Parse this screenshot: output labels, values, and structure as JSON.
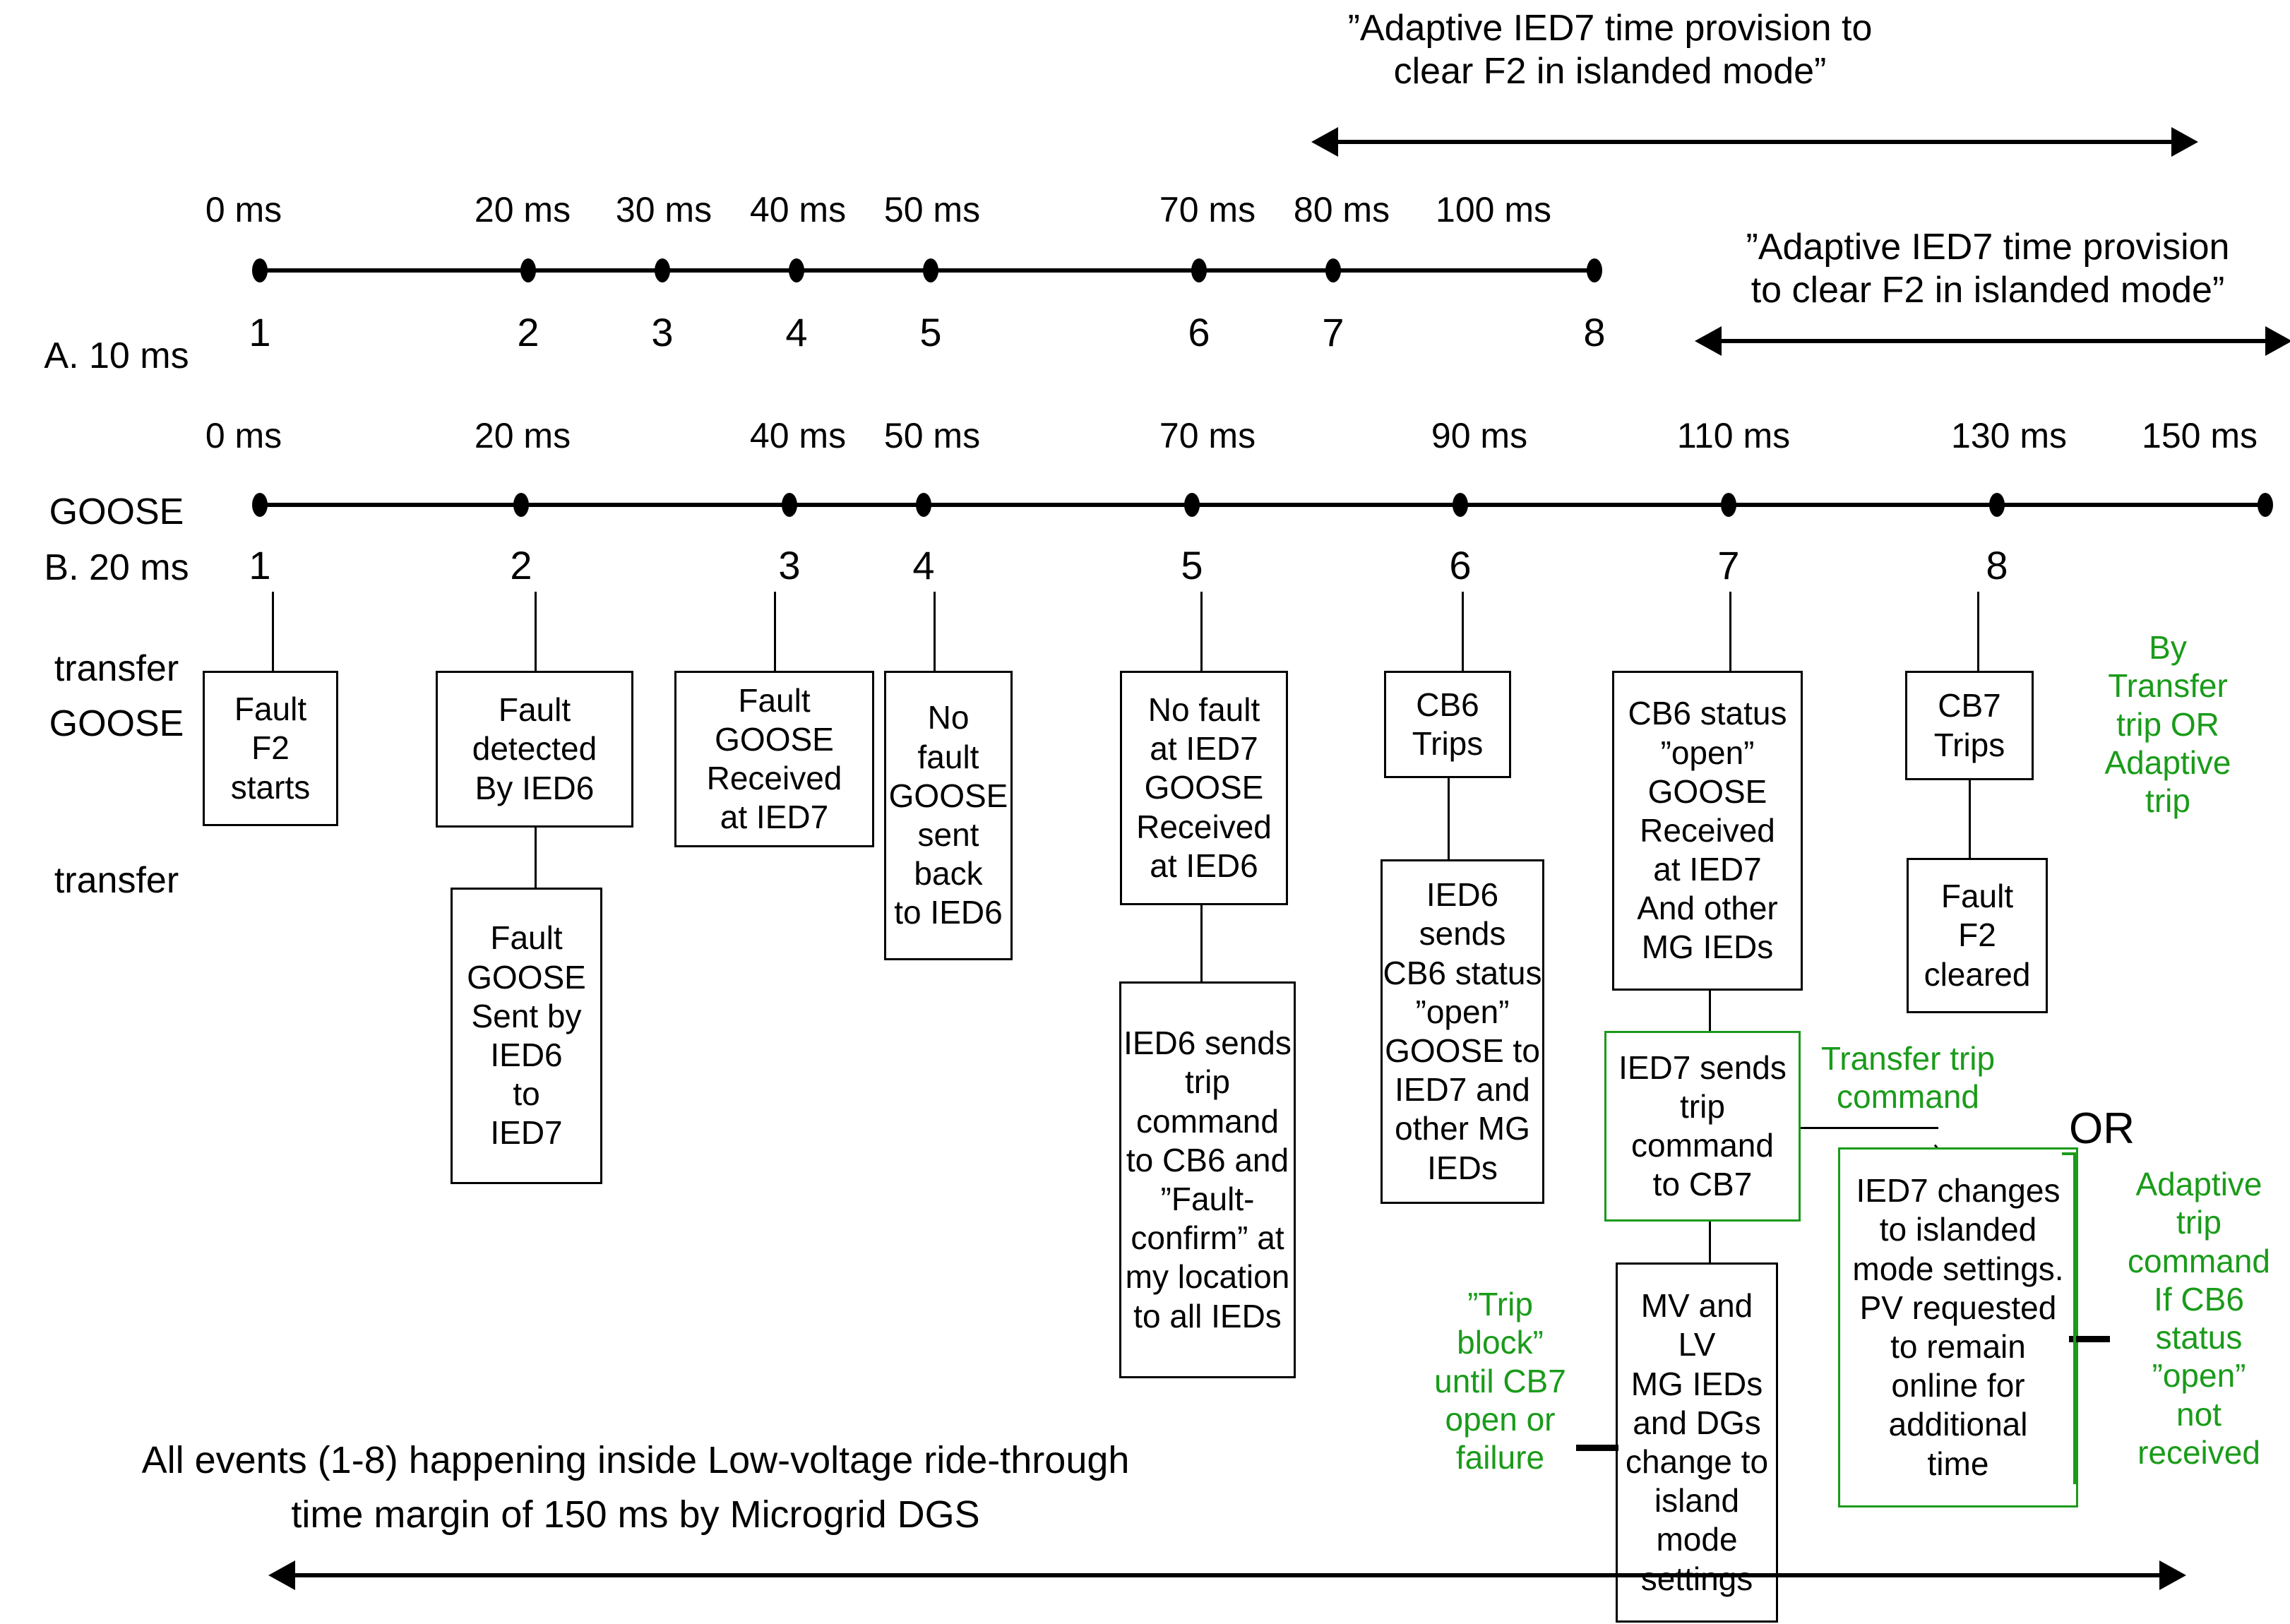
{
  "annotations": {
    "top_callout": "”Adaptive IED7 time provision to\nclear F2 in islanded mode”",
    "right_callout": "”Adaptive IED7 time provision\nto clear F2 in islanded mode”",
    "bottom_caption": "All events (1-8) happening inside Low-voltage ride-through\ntime margin of 150 ms by Microgrid DGS",
    "or_label": "OR"
  },
  "timelines": [
    {
      "id": "A",
      "label": "A. 10 ms\nGOOSE\ntransfer",
      "label_lines": [
        "A. 10 ms",
        "GOOSE",
        "transfer"
      ],
      "time_labels": [
        "0 ms",
        "20 ms",
        "30 ms",
        "40 ms",
        "50 ms",
        "70 ms",
        "80 ms",
        "100 ms"
      ],
      "event_numbers": [
        "1",
        "2",
        "3",
        "4",
        "5",
        "6",
        "7",
        "8"
      ],
      "times_ms": [
        0,
        20,
        30,
        40,
        50,
        70,
        80,
        100
      ]
    },
    {
      "id": "B",
      "label": "B. 20 ms\nGOOSE\ntransfer",
      "label_lines": [
        "B. 20 ms",
        "GOOSE",
        "transfer"
      ],
      "time_labels": [
        "0 ms",
        "20 ms",
        "40 ms",
        "50 ms",
        "70 ms",
        "90 ms",
        "110 ms",
        "130 ms",
        "150 ms"
      ],
      "event_numbers": [
        "1",
        "2",
        "3",
        "4",
        "5",
        "6",
        "7",
        "8"
      ],
      "times_ms": [
        0,
        20,
        40,
        50,
        70,
        90,
        110,
        130,
        150
      ]
    }
  ],
  "events": [
    {
      "n": "1",
      "boxes": [
        {
          "text": "Fault\nF2\nstarts",
          "color": "black"
        }
      ]
    },
    {
      "n": "2",
      "boxes": [
        {
          "text": "Fault\ndetected\nBy IED6",
          "color": "black"
        },
        {
          "text": "Fault\nGOOSE\nSent by\nIED6\nto\nIED7",
          "color": "black"
        }
      ]
    },
    {
      "n": "3",
      "boxes": [
        {
          "text": "Fault\nGOOSE\nReceived\nat IED7",
          "color": "black"
        }
      ]
    },
    {
      "n": "4",
      "boxes": [
        {
          "text": "No\nfault\nGOOSE\nsent\nback\nto IED6",
          "color": "black"
        }
      ]
    },
    {
      "n": "5",
      "boxes": [
        {
          "text": "No fault\nat IED7\nGOOSE\nReceived\nat IED6",
          "color": "black"
        },
        {
          "text": "IED6 sends\ntrip\ncommand\nto CB6 and\n”Fault-\nconfirm” at\nmy location\nto all IEDs",
          "color": "black"
        }
      ]
    },
    {
      "n": "6",
      "boxes": [
        {
          "text": "CB6\nTrips",
          "color": "black"
        },
        {
          "text": "IED6 sends\nCB6 status\n”open”\nGOOSE to\nIED7 and\nother MG\nIEDs",
          "color": "black"
        }
      ]
    },
    {
      "n": "7",
      "boxes": [
        {
          "text": "CB6 status\n”open”\nGOOSE\nReceived\nat IED7\nAnd other\nMG IEDs",
          "color": "black"
        },
        {
          "text": "IED7 sends\ntrip\ncommand\nto CB7",
          "color": "green"
        },
        {
          "text": "MV and LV\nMG IEDs\nand DGs\nchange to\nisland\nmode\nsettings",
          "color": "black"
        }
      ]
    },
    {
      "n": "8",
      "boxes": [
        {
          "text": "CB7\nTrips",
          "color": "black"
        },
        {
          "text": "Fault\nF2\ncleared",
          "color": "black"
        }
      ]
    }
  ],
  "green_notes": {
    "by_transfer_trip": "By\nTransfer\ntrip OR\nAdaptive\ntrip",
    "transfer_trip_command": "Transfer trip\ncommand",
    "trip_block": "”Trip\nblock”\nuntil CB7\nopen or\nfailure",
    "adaptive_trip_command": "Adaptive\ntrip\ncommand\nIf CB6\nstatus\n”open”\nnot\nreceived"
  },
  "green_boxes": {
    "ied7_islanded": "IED7 changes\nto islanded\nmode settings.\nPV requested\nto remain\nonline for\nadditional\ntime"
  },
  "colors": {
    "accent_green": "#1a9b1a",
    "line_black": "#000000",
    "background": "#ffffff"
  }
}
